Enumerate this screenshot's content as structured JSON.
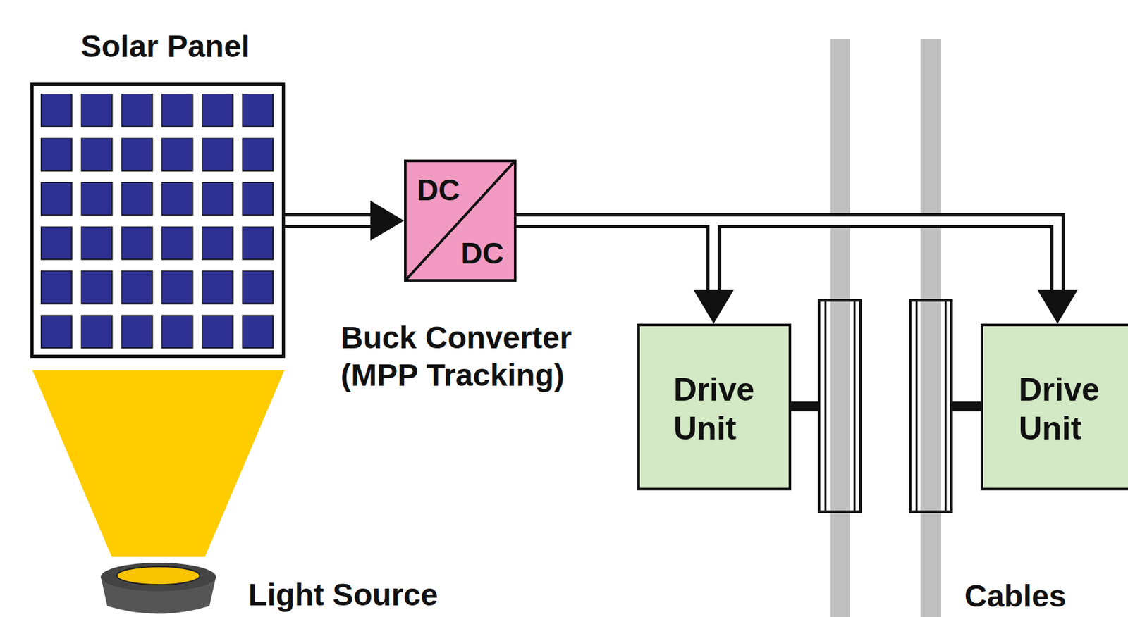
{
  "diagram": {
    "nodes": [
      {
        "text": [
          "Solar Panel"
        ]
      },
      {
        "text": [
          "DC",
          "DC",
          "Buck Converter (MPP Tracking)"
        ]
      },
      {
        "text": [
          "Drive Unit"
        ]
      },
      {
        "text": [
          "Drive Unit"
        ]
      }
    ],
    "edges": [
      {
        "from": 0,
        "to": 1,
        "arrow": "to"
      },
      {
        "from": 1,
        "to": 2,
        "arrow": "to"
      },
      {
        "from": 1,
        "to": 3,
        "arrow": "to"
      }
    ],
    "labels": [
      "Light Source",
      "Cables"
    ]
  }
}
